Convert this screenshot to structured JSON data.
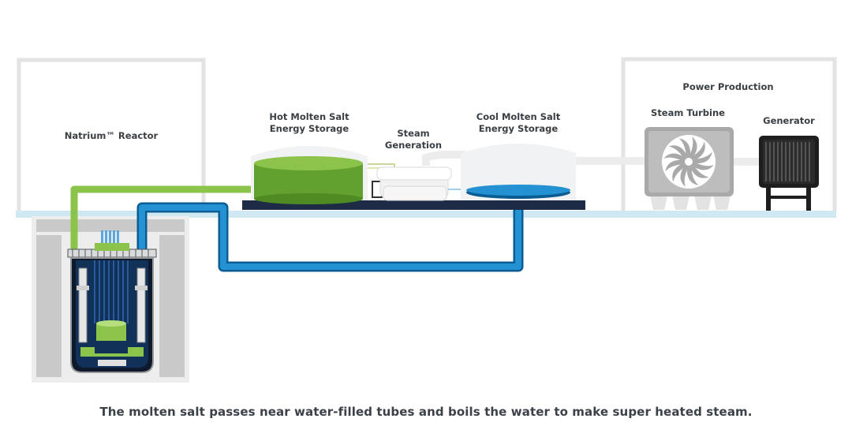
{
  "labels": {
    "reactor": "Natrium™ Reactor",
    "hot_storage_line1": "Hot Molten Salt",
    "hot_storage_line2": "Energy Storage",
    "steam_gen_line1": "Steam",
    "steam_gen_line2": "Generation",
    "cool_storage_line1": "Cool Molten Salt",
    "cool_storage_line2": "Energy Storage",
    "power_production": "Power Production",
    "steam_turbine": "Steam Turbine",
    "generator": "Generator"
  },
  "caption": "The molten salt passes near water-filled tubes and boils the water to make super heated steam.",
  "colors": {
    "hot_salt": "#8cc34a",
    "hot_salt_dark": "#5f9c2c",
    "cool_salt": "#1f8ccc",
    "cool_salt_dark": "#0b5c93",
    "ground": "#cfe8f1",
    "platform": "#1d2b46",
    "building_outline": "#e4e4e4",
    "steam_pipe": "#ececec"
  },
  "icons": [
    "reactor-vessel-icon",
    "hot-salt-tank-icon",
    "steam-generator-icon",
    "cool-salt-tank-icon",
    "steam-turbine-icon",
    "generator-icon"
  ]
}
